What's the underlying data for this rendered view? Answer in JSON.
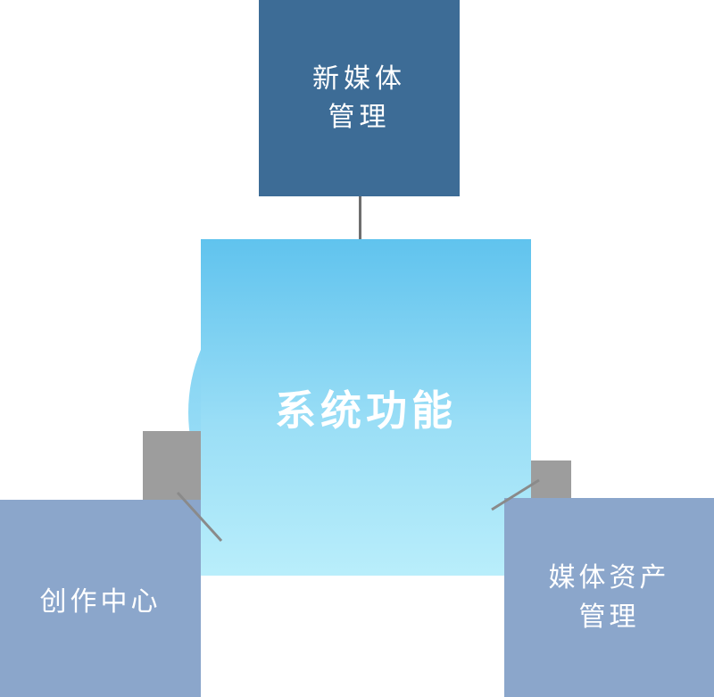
{
  "diagram": {
    "center": {
      "label": "系统功能"
    },
    "top": {
      "line1": "新媒体",
      "line2": "管理"
    },
    "left": {
      "label": "创作中心"
    },
    "right": {
      "line1": "媒体资产",
      "line2": "管理"
    }
  },
  "colors": {
    "top_box": "#3d6c96",
    "side_box": "#8ba6cb",
    "center_top": "#60c3ee",
    "center_mid": "#9adef6",
    "center_bottom": "#b9eefb",
    "circle_top": "#74cbf0",
    "circle_bottom": "#aee8fa",
    "gray_square": "#9d9d9d",
    "connector": "#8a8a8a",
    "connector_dark": "#6e6e6e"
  }
}
